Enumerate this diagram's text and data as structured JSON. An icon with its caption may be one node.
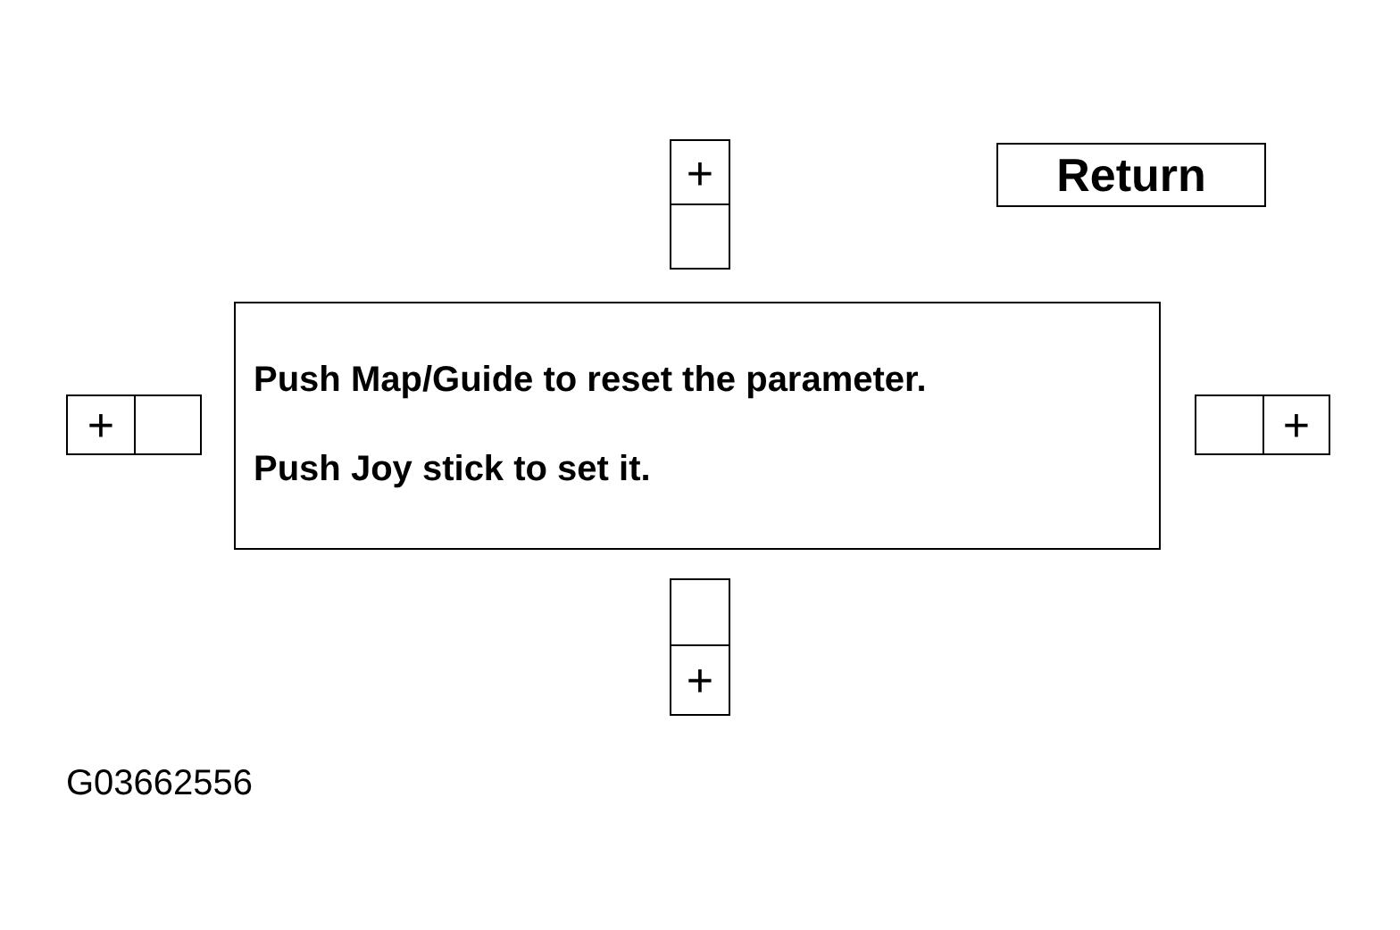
{
  "diagram": {
    "nodes": [
      {
        "text": [
          "+"
        ]
      },
      {
        "text": [],
        "shape": "box"
      },
      {
        "text": [
          "Return"
        ]
      },
      {
        "text": [
          "Push Map/Guide to reset the parameter.",
          "Push Joy stick to set it."
        ]
      },
      {
        "text": [
          "+"
        ]
      },
      {
        "text": [],
        "shape": "box"
      },
      {
        "text": [],
        "shape": "box"
      },
      {
        "text": [
          "+"
        ]
      },
      {
        "text": [],
        "shape": "box"
      },
      {
        "text": [
          "+"
        ]
      }
    ],
    "edges": [],
    "labels": [
      "G03662556"
    ]
  }
}
